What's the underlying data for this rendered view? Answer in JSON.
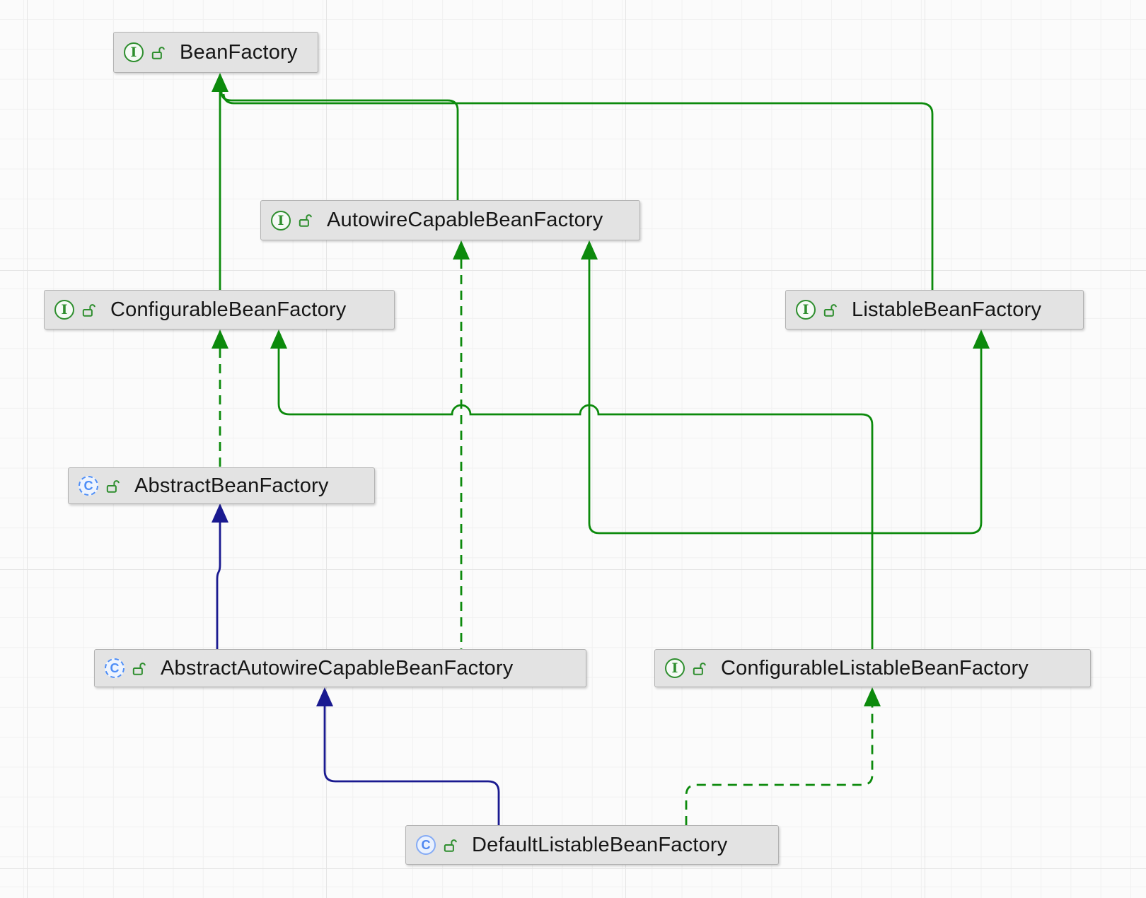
{
  "diagram": {
    "nodes": [
      {
        "label": "BeanFactory",
        "type": "interface",
        "visibility": "public"
      },
      {
        "label": "AutowireCapableBeanFactory",
        "type": "interface",
        "visibility": "public"
      },
      {
        "label": "ConfigurableBeanFactory",
        "type": "interface",
        "visibility": "public"
      },
      {
        "label": "ListableBeanFactory",
        "type": "interface",
        "visibility": "public"
      },
      {
        "label": "AbstractBeanFactory",
        "type": "abstract_class",
        "visibility": "public"
      },
      {
        "label": "AbstractAutowireCapableBeanFactory",
        "type": "abstract_class",
        "visibility": "public"
      },
      {
        "label": "ConfigurableListableBeanFactory",
        "type": "interface",
        "visibility": "public"
      },
      {
        "label": "DefaultListableBeanFactory",
        "type": "class",
        "visibility": "public"
      }
    ],
    "edges": [
      {
        "from": "ConfigurableBeanFactory",
        "to": "BeanFactory",
        "relation": "extends"
      },
      {
        "from": "AutowireCapableBeanFactory",
        "to": "BeanFactory",
        "relation": "extends"
      },
      {
        "from": "ListableBeanFactory",
        "to": "BeanFactory",
        "relation": "extends"
      },
      {
        "from": "AbstractBeanFactory",
        "to": "ConfigurableBeanFactory",
        "relation": "implements"
      },
      {
        "from": "AbstractAutowireCapableBeanFactory",
        "to": "AbstractBeanFactory",
        "relation": "extends"
      },
      {
        "from": "AbstractAutowireCapableBeanFactory",
        "to": "AutowireCapableBeanFactory",
        "relation": "implements"
      },
      {
        "from": "ConfigurableListableBeanFactory",
        "to": "ConfigurableBeanFactory",
        "relation": "extends"
      },
      {
        "from": "ConfigurableListableBeanFactory",
        "to": "AutowireCapableBeanFactory",
        "relation": "extends"
      },
      {
        "from": "ConfigurableListableBeanFactory",
        "to": "ListableBeanFactory",
        "relation": "extends"
      },
      {
        "from": "DefaultListableBeanFactory",
        "to": "AbstractAutowireCapableBeanFactory",
        "relation": "extends"
      },
      {
        "from": "DefaultListableBeanFactory",
        "to": "ConfigurableListableBeanFactory",
        "relation": "implements"
      }
    ],
    "colors": {
      "interface_edge_green": "#0c8a0c",
      "class_edge_navy": "#1a1a90",
      "interface_icon_green": "#2e8e2e",
      "class_icon_blue": "#4e8ef7",
      "node_fill_gray": "#e3e3e3"
    }
  },
  "icons": {
    "interface_letter": "I",
    "class_letter": "C"
  }
}
